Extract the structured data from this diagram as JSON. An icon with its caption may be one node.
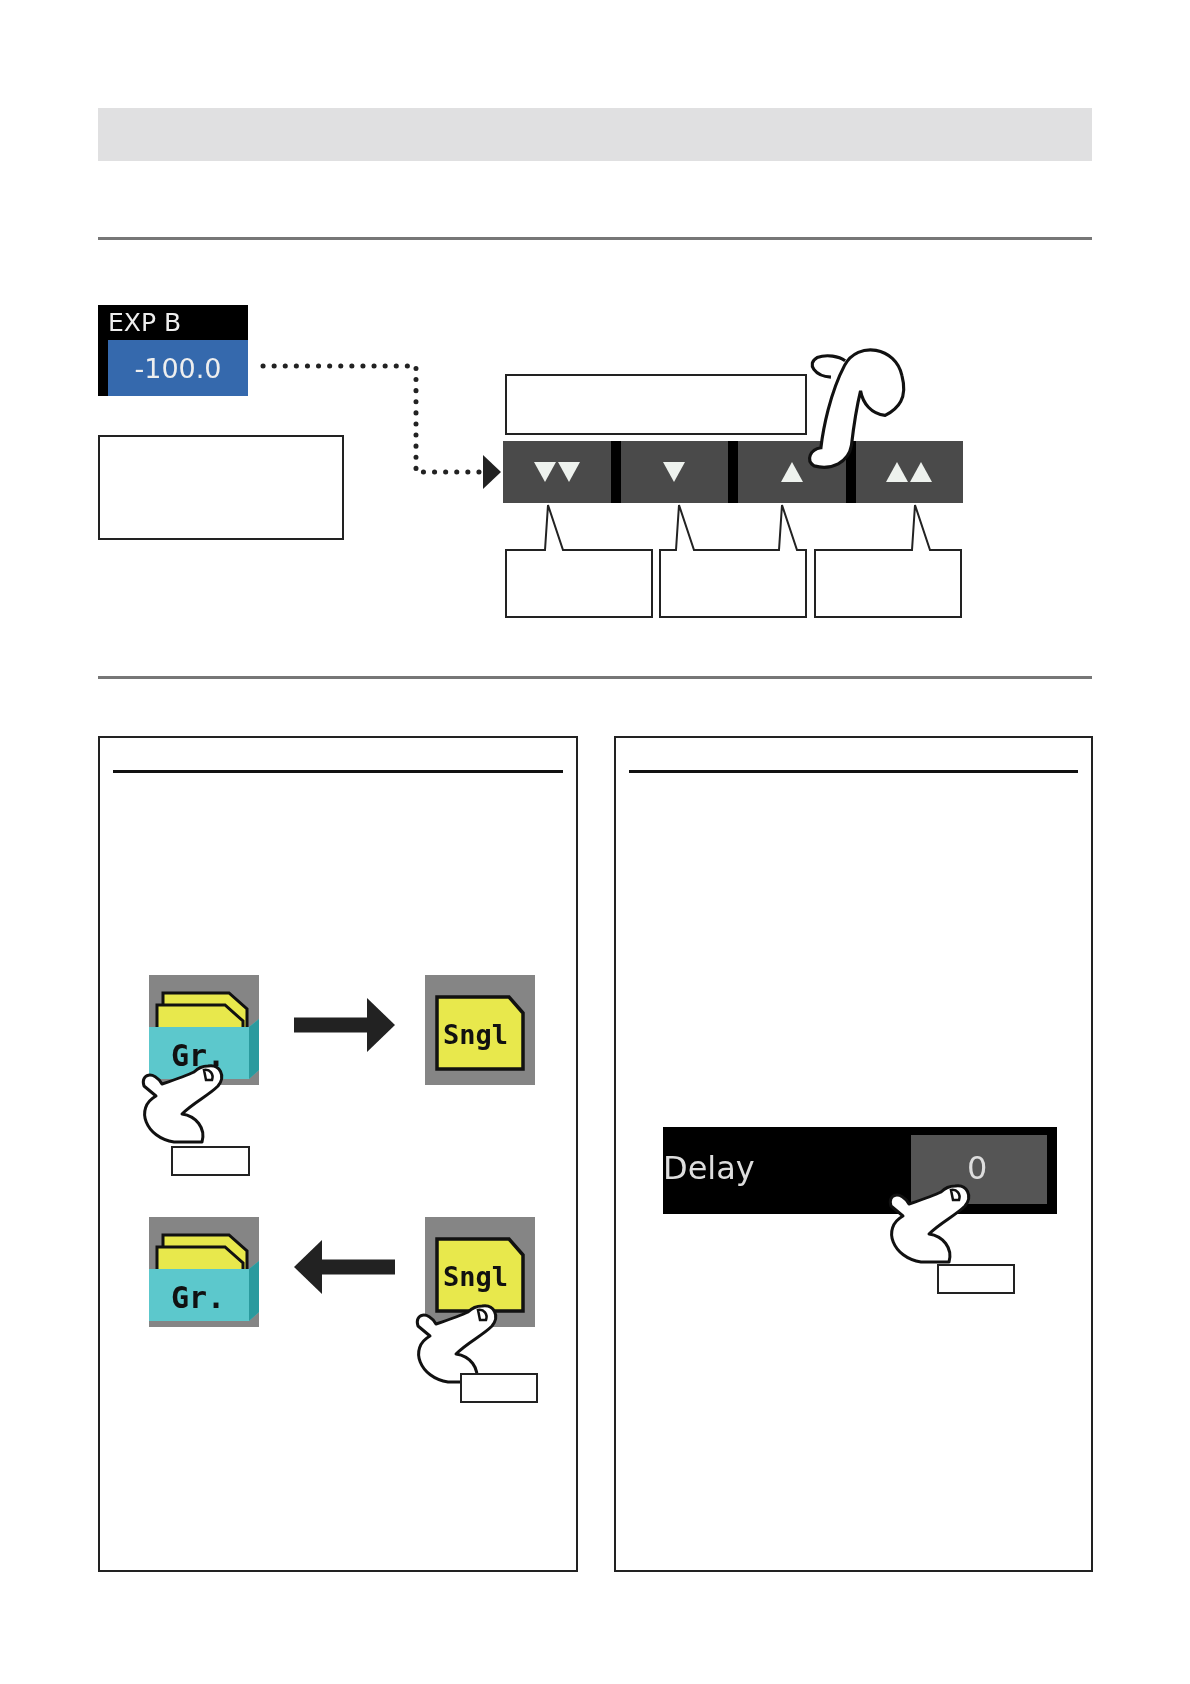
{
  "diagram": {
    "nodes": [
      {
        "text": [
          "EXP B",
          "-100.0"
        ]
      },
      {
        "text": [],
        "shape": "box"
      },
      {
        "text": [],
        "shape": "box"
      },
      {
        "text": [],
        "shape": "bar"
      },
      {
        "text": [],
        "shape": "box"
      },
      {
        "text": [],
        "shape": "box"
      },
      {
        "text": [],
        "shape": "box"
      },
      {
        "text": [],
        "shape": "box"
      },
      {
        "text": [
          "Gr."
        ],
        "in": 7
      },
      {
        "text": [
          "Sngl"
        ],
        "in": 7
      },
      {
        "text": [],
        "shape": "box",
        "in": 7
      },
      {
        "text": [
          "Gr."
        ],
        "in": 7
      },
      {
        "text": [
          "Sngl"
        ],
        "in": 7
      },
      {
        "text": [],
        "shape": "box",
        "in": 7
      },
      {
        "text": [],
        "shape": "box"
      },
      {
        "text": [],
        "shape": "box",
        "in": 14
      }
    ],
    "edges": [
      {
        "from": 0,
        "to": 3,
        "arrow": "to",
        "style": "dashed"
      },
      {
        "from": 8,
        "to": 9,
        "arrow": "to"
      },
      {
        "from": 12,
        "to": 11,
        "arrow": "to"
      }
    ],
    "labels": [
      "Delay",
      "0"
    ]
  }
}
